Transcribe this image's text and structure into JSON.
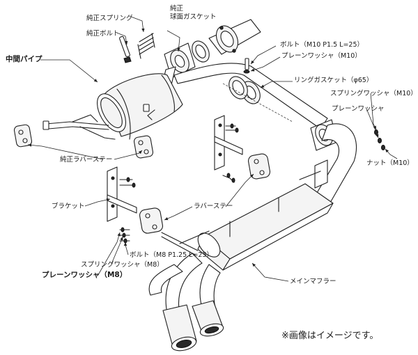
{
  "labels": {
    "genuine_gasket_1": "純正",
    "genuine_gasket_2": "球面ガスケット",
    "genuine_spring": "純正スプリング",
    "genuine_bolt": "純正ボルト",
    "center_pipe": "中間パイプ",
    "bolt_m10": "ボルト（M10 P1.5 L=25）",
    "plain_washer_m10": "プレーンワッシャ（M10）",
    "ring_gasket": "リングガスケット（φ65）",
    "spring_washer_m10": "スプリングワッシャ（M10）",
    "plain_washer": "プレーンワッシャ",
    "nut_m10": "ナット（M10）",
    "genuine_rubber_stay": "純正ラバーステー",
    "bracket": "ブラケット",
    "rubber_stay": "ラバーステー",
    "bolt_m8": "ボルト（M8 P1.25 L=25）",
    "spring_washer_m8": "スプリングワッシャ（M8）",
    "plain_washer_m8": "プレーンワッシャ（M8）",
    "main_muffler": "メインマフラー"
  },
  "note": "※画像はイメージです。"
}
